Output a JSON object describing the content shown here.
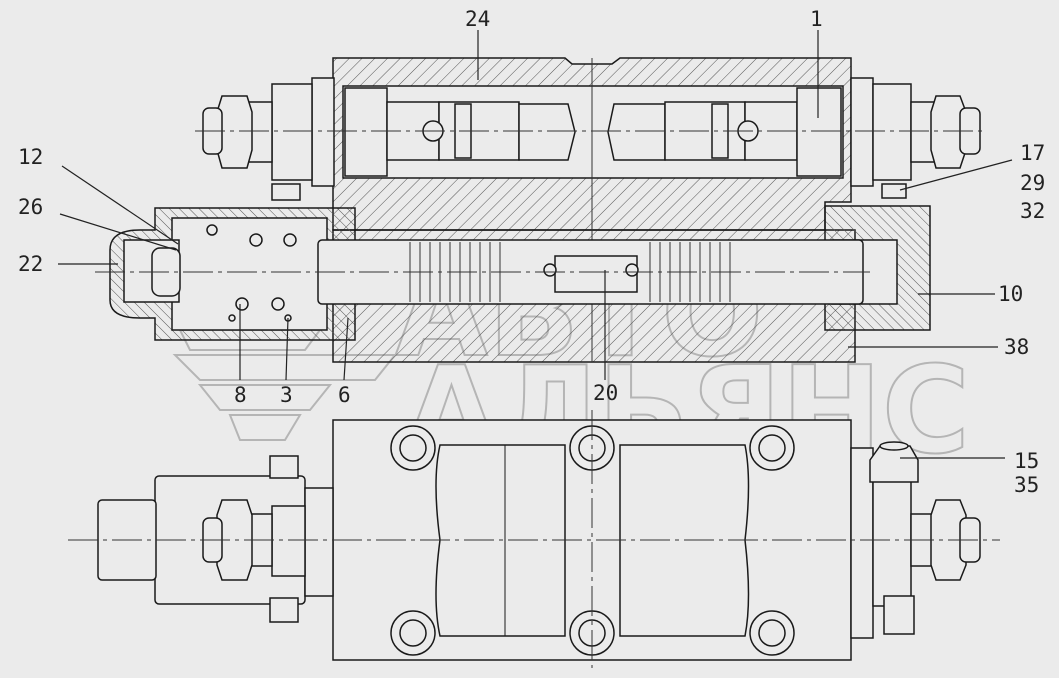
{
  "colors": {
    "background": "#ebebeb",
    "line": "#1a1a1a",
    "hatch": "#555555",
    "watermark_stroke": "#8a8a8a"
  },
  "watermark": {
    "text": "АВТО АЛЬЯНС"
  },
  "callouts": [
    {
      "id": "c24",
      "text": "24"
    },
    {
      "id": "c1",
      "text": "1"
    },
    {
      "id": "c17",
      "text": "17"
    },
    {
      "id": "c29",
      "text": "29"
    },
    {
      "id": "c32",
      "text": "32"
    },
    {
      "id": "c12",
      "text": "12"
    },
    {
      "id": "c26",
      "text": "26"
    },
    {
      "id": "c22",
      "text": "22"
    },
    {
      "id": "c10",
      "text": "10"
    },
    {
      "id": "c38",
      "text": "38"
    },
    {
      "id": "c8",
      "text": "8"
    },
    {
      "id": "c3",
      "text": "3"
    },
    {
      "id": "c6",
      "text": "6"
    },
    {
      "id": "c20",
      "text": "20"
    },
    {
      "id": "c15",
      "text": "15"
    },
    {
      "id": "c35",
      "text": "35"
    }
  ]
}
